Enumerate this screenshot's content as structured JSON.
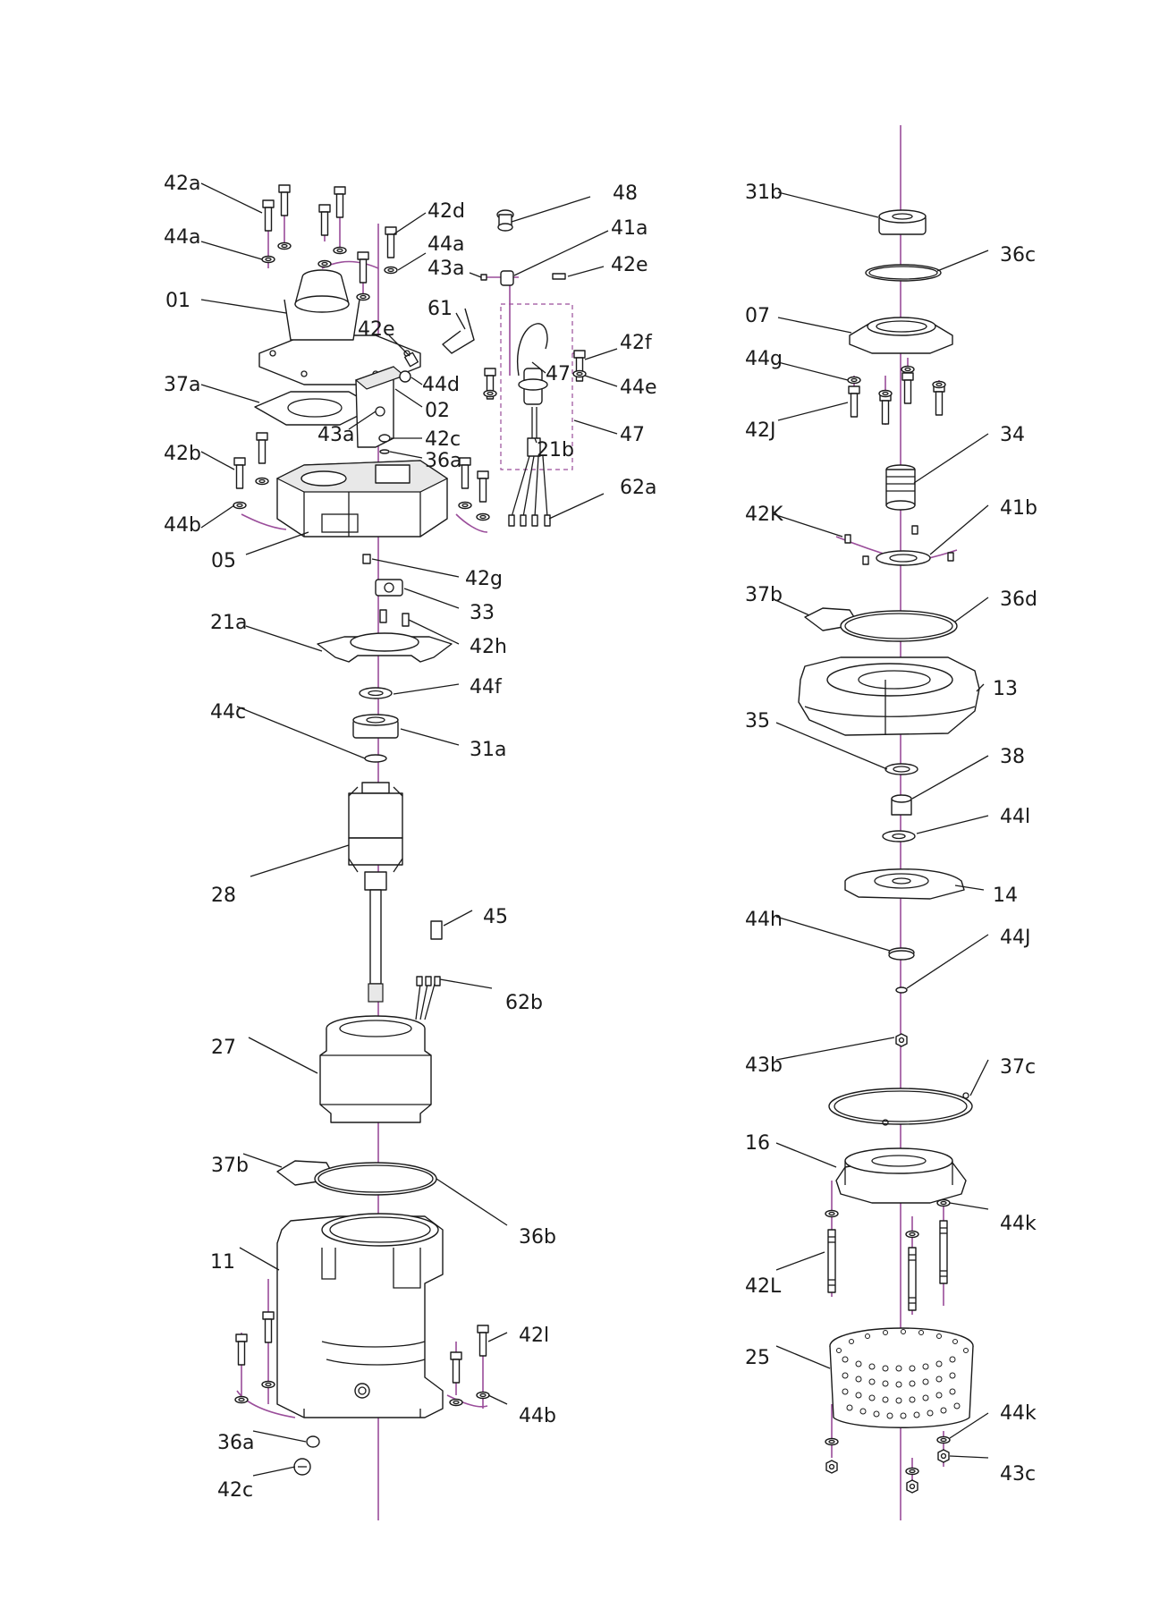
{
  "labels": [
    {
      "id": "42a",
      "text": "42a"
    },
    {
      "id": "44a-l",
      "text": "44a"
    },
    {
      "id": "01",
      "text": "01"
    },
    {
      "id": "37a",
      "text": "37a"
    },
    {
      "id": "42b",
      "text": "42b"
    },
    {
      "id": "44b-l",
      "text": "44b"
    },
    {
      "id": "05",
      "text": "05"
    },
    {
      "id": "21a",
      "text": "21a"
    },
    {
      "id": "44c",
      "text": "44c"
    },
    {
      "id": "28",
      "text": "28"
    },
    {
      "id": "27",
      "text": "27"
    },
    {
      "id": "37b-l",
      "text": "37b"
    },
    {
      "id": "11",
      "text": "11"
    },
    {
      "id": "36a-b",
      "text": "36a"
    },
    {
      "id": "42c-b",
      "text": "42c"
    },
    {
      "id": "48",
      "text": "48"
    },
    {
      "id": "41a",
      "text": "41a"
    },
    {
      "id": "42e-r",
      "text": "42e"
    },
    {
      "id": "42d",
      "text": "42d"
    },
    {
      "id": "44a-c",
      "text": "44a"
    },
    {
      "id": "43a-c",
      "text": "43a"
    },
    {
      "id": "61",
      "text": "61"
    },
    {
      "id": "42e-c",
      "text": "42e"
    },
    {
      "id": "42f",
      "text": "42f"
    },
    {
      "id": "44d",
      "text": "44d"
    },
    {
      "id": "02",
      "text": "02"
    },
    {
      "id": "47-i",
      "text": "47"
    },
    {
      "id": "44e",
      "text": "44e"
    },
    {
      "id": "43a-b",
      "text": "43a"
    },
    {
      "id": "42c-c",
      "text": "42c"
    },
    {
      "id": "36a-c",
      "text": "36a"
    },
    {
      "id": "21b",
      "text": "21b"
    },
    {
      "id": "47-o",
      "text": "47"
    },
    {
      "id": "62a",
      "text": "62a"
    },
    {
      "id": "42g",
      "text": "42g"
    },
    {
      "id": "33",
      "text": "33"
    },
    {
      "id": "42h",
      "text": "42h"
    },
    {
      "id": "44f",
      "text": "44f"
    },
    {
      "id": "31a",
      "text": "31a"
    },
    {
      "id": "45",
      "text": "45"
    },
    {
      "id": "62b",
      "text": "62b"
    },
    {
      "id": "36b",
      "text": "36b"
    },
    {
      "id": "42l",
      "text": "42l"
    },
    {
      "id": "44b-r",
      "text": "44b"
    },
    {
      "id": "31b",
      "text": "31b"
    },
    {
      "id": "36c",
      "text": "36c"
    },
    {
      "id": "07",
      "text": "07"
    },
    {
      "id": "44g",
      "text": "44g"
    },
    {
      "id": "42J",
      "text": "42J"
    },
    {
      "id": "34",
      "text": "34"
    },
    {
      "id": "42K",
      "text": "42K"
    },
    {
      "id": "41b",
      "text": "41b"
    },
    {
      "id": "37b-r",
      "text": "37b"
    },
    {
      "id": "36d",
      "text": "36d"
    },
    {
      "id": "13",
      "text": "13"
    },
    {
      "id": "35",
      "text": "35"
    },
    {
      "id": "38",
      "text": "38"
    },
    {
      "id": "44l",
      "text": "44l"
    },
    {
      "id": "14",
      "text": "14"
    },
    {
      "id": "44h",
      "text": "44h"
    },
    {
      "id": "44J",
      "text": "44J"
    },
    {
      "id": "43b",
      "text": "43b"
    },
    {
      "id": "37c",
      "text": "37c"
    },
    {
      "id": "16",
      "text": "16"
    },
    {
      "id": "44k-a",
      "text": "44k"
    },
    {
      "id": "42L",
      "text": "42L"
    },
    {
      "id": "25",
      "text": "25"
    },
    {
      "id": "44k-b",
      "text": "44k"
    },
    {
      "id": "43c",
      "text": "43c"
    }
  ]
}
